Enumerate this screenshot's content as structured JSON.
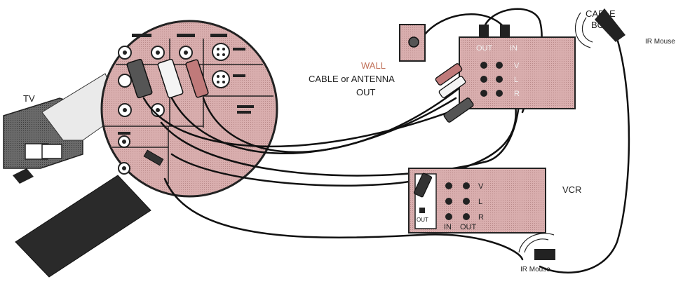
{
  "labels": {
    "tv": "TV",
    "cable_box_line1": "CABLE",
    "cable_box_line2": "BOX",
    "wall_line1": "WALL",
    "wall_line2": "CABLE or ANTENNA",
    "wall_line3": "OUT",
    "vcr": "VCR",
    "ir_mouse_top": "IR Mouse",
    "ir_mouse_bottom": "IR Mouse"
  },
  "cable_box_ports": {
    "out": "OUT",
    "in": "IN",
    "v": "V",
    "l": "L",
    "r": "R"
  },
  "vcr_ports": {
    "v": "V",
    "l": "L",
    "r": "R",
    "out_left": "OUT",
    "in": "IN",
    "out": "OUT"
  },
  "colors": {
    "panel_fill": "#d8a8a8",
    "wall_text": "#c07058",
    "cable": "#111111",
    "tv_gray": "#444444",
    "background": "#ffffff"
  }
}
